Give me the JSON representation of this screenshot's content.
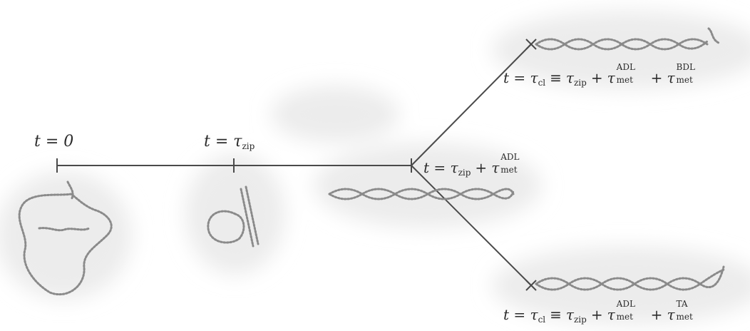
{
  "timeline": {
    "label_t0": "t = 0",
    "label_tzip": "t = τ",
    "label_tzip_sub": "zip",
    "label_branch_t": "t = τ",
    "label_branch_zip": "zip",
    "label_branch_plus": "+",
    "label_branch_tau": "τ",
    "label_branch_sup": "ADL",
    "label_branch_sub": "met"
  },
  "upper_branch": {
    "t": "t = τ",
    "cl": "cl",
    "eq": "≡",
    "tau1": "τ",
    "zip": "zip",
    "plus1": "+",
    "tau2": "τ",
    "sup2": "ADL",
    "sub2": "met",
    "plus2": "+",
    "tau3": "τ",
    "sup3": "BDL",
    "sub3": "met"
  },
  "lower_branch": {
    "t": "t = τ",
    "cl": "cl",
    "eq": "≡",
    "tau1": "τ",
    "zip": "zip",
    "plus1": "+",
    "tau2": "τ",
    "sup2": "ADL",
    "sub2": "met",
    "plus2": "+",
    "tau3": "τ",
    "sup3": "TA",
    "sub3": "met"
  },
  "colors": {
    "line": "#4a4a4a",
    "molecule": "#8a8a8a",
    "haze": "#e9e9e9"
  }
}
